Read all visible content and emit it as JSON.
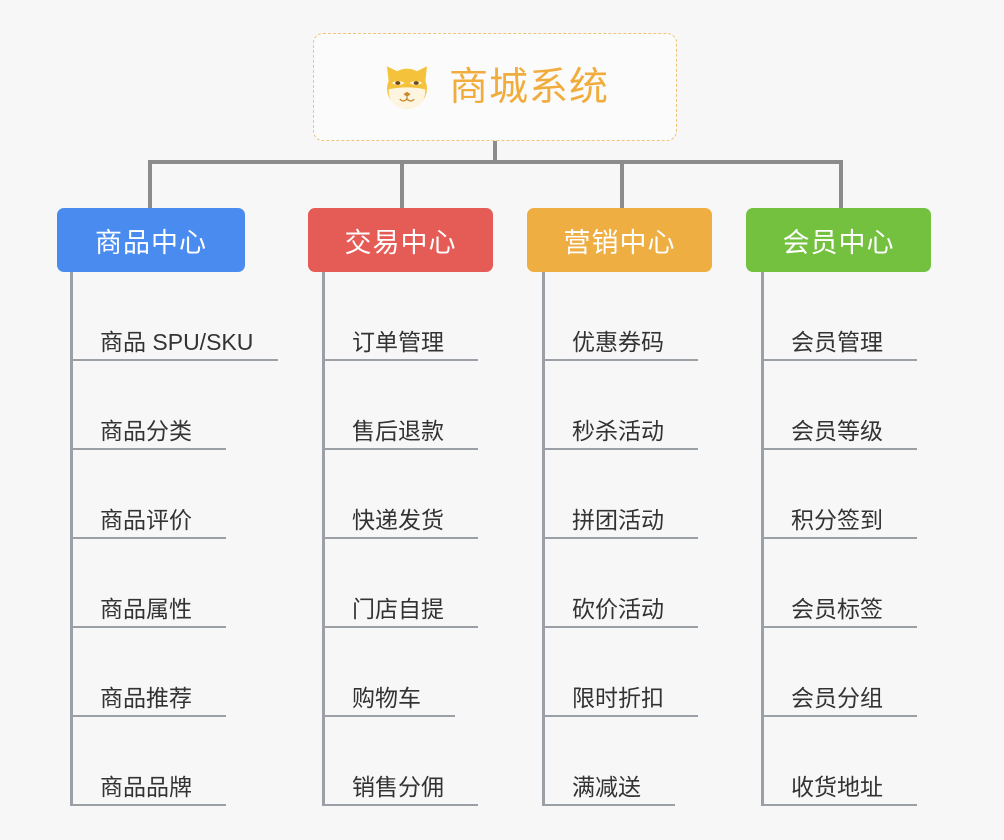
{
  "diagram": {
    "type": "mindmap",
    "background_color": "#f7f7f7",
    "root": {
      "title": "商城系统",
      "icon": "shiba-dog-face-icon",
      "text_color": "#f0ad3e",
      "border_color": "#f0c377",
      "border_style": "dashed"
    },
    "connector_color": "#8c8c8c",
    "leaf_line_color": "#9aa0a6",
    "branches": [
      {
        "label": "商品中心",
        "color": "#4a8bf0",
        "items": [
          "商品 SPU/SKU",
          "商品分类",
          "商品评价",
          "商品属性",
          "商品推荐",
          "商品品牌"
        ]
      },
      {
        "label": "交易中心",
        "color": "#e55b55",
        "items": [
          "订单管理",
          "售后退款",
          "快递发货",
          "门店自提",
          "购物车",
          "销售分佣"
        ]
      },
      {
        "label": "营销中心",
        "color": "#eeae41",
        "items": [
          "优惠券码",
          "秒杀活动",
          "拼团活动",
          "砍价活动",
          "限时折扣",
          "满减送"
        ]
      },
      {
        "label": "会员中心",
        "color": "#73c13f",
        "items": [
          "会员管理",
          "会员等级",
          "积分签到",
          "会员标签",
          "会员分组",
          "收货地址"
        ]
      }
    ]
  }
}
